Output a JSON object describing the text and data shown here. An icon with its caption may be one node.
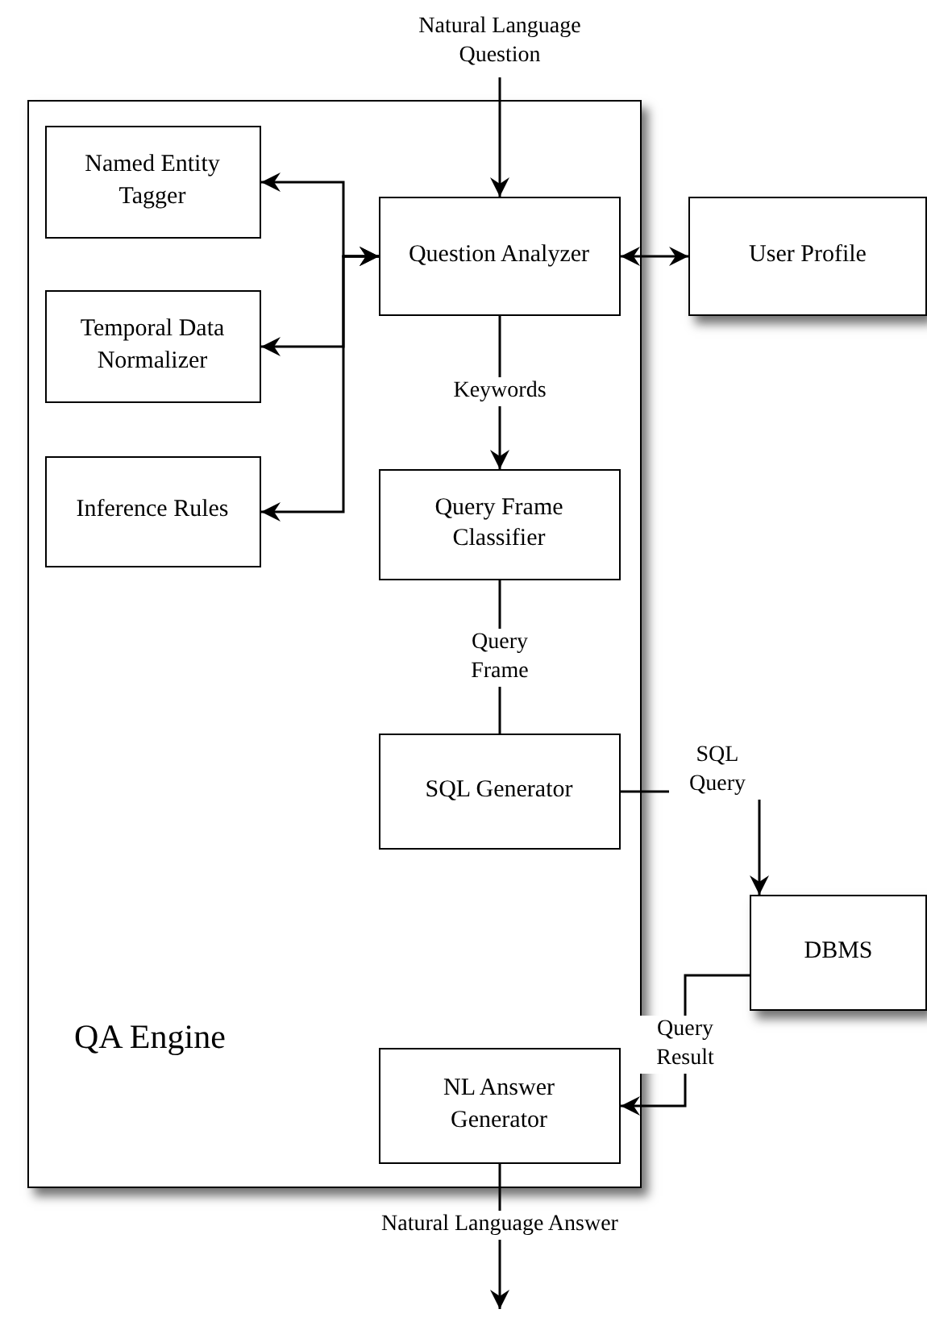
{
  "diagram": {
    "nodes": [
      {
        "text": [
          "QA Engine"
        ]
      },
      {
        "text": [
          "Named Entity Tagger"
        ],
        "in": 0
      },
      {
        "text": [
          "Temporal Data Normalizer"
        ],
        "in": 0
      },
      {
        "text": [
          "Inference Rules"
        ],
        "in": 0
      },
      {
        "text": [
          "Question Analyzer"
        ],
        "in": 0
      },
      {
        "text": [
          "Query Frame Classifier"
        ],
        "in": 0
      },
      {
        "text": [
          "SQL Generator"
        ],
        "in": 0
      },
      {
        "text": [
          "NL Answer Generator"
        ],
        "in": 0
      },
      {
        "text": [
          "User Profile"
        ]
      },
      {
        "text": [
          "DBMS"
        ]
      }
    ],
    "edges": [
      {
        "from": null,
        "to": 4,
        "label": "Natural Language Question",
        "arrow": "to"
      },
      {
        "from": 4,
        "to": 1,
        "arrow": "both"
      },
      {
        "from": 4,
        "to": 2,
        "arrow": "both"
      },
      {
        "from": 4,
        "to": 3,
        "arrow": "both"
      },
      {
        "from": 4,
        "to": 8,
        "arrow": "both"
      },
      {
        "from": 4,
        "to": 5,
        "label": "Keywords",
        "arrow": "to"
      },
      {
        "from": 5,
        "to": 6,
        "label": "Query Frame",
        "arrow": "none"
      },
      {
        "from": 6,
        "to": 9,
        "label": "SQL Query",
        "arrow": "to"
      },
      {
        "from": 9,
        "to": 7,
        "label": "Query Result",
        "arrow": "to"
      },
      {
        "from": 7,
        "to": null,
        "label": "Natural Language Answer",
        "arrow": "to"
      }
    ]
  }
}
